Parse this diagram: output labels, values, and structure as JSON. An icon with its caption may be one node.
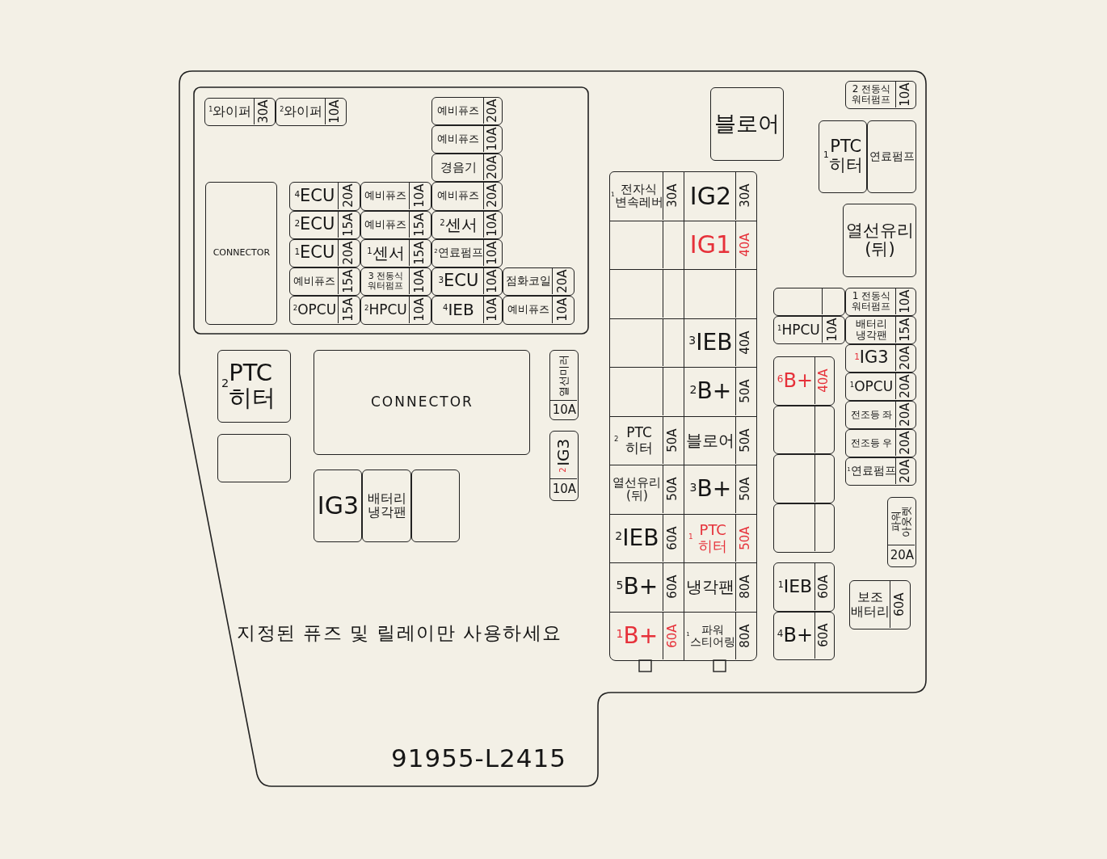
{
  "diagram": {
    "nodes": [
      {
        "text": [
          "$^{1}$와이퍼",
          "30A"
        ]
      },
      {
        "text": [
          "$^{2}$와이퍼",
          "10A"
        ]
      },
      {
        "text": [
          "예비퓨즈",
          "20A"
        ]
      },
      {
        "text": [
          "예비퓨즈",
          "10A"
        ]
      },
      {
        "text": [
          "경음기",
          "20A"
        ]
      },
      {
        "text": [
          "CONNECTOR"
        ]
      },
      {
        "text": [
          "$^{4}$ECU",
          "20A"
        ]
      },
      {
        "text": [
          "예비퓨즈",
          "10A"
        ]
      },
      {
        "text": [
          "예비퓨즈",
          "20A"
        ]
      },
      {
        "text": [
          "$^{2}$ECU",
          "15A"
        ]
      },
      {
        "text": [
          "예비퓨즈",
          "15A"
        ]
      },
      {
        "text": [
          "$^{2}$센서",
          "10A"
        ]
      },
      {
        "text": [
          "$^{1}$ECU",
          "20A"
        ]
      },
      {
        "text": [
          "$^{1}$센서",
          "15A"
        ]
      },
      {
        "text": [
          "$^{2}$연료펌프",
          "10A"
        ]
      },
      {
        "text": [
          "예비퓨즈",
          "15A"
        ]
      },
      {
        "text": [
          "3 전동식 워터펌프",
          "10A"
        ]
      },
      {
        "text": [
          "$^{3}$ECU",
          "10A"
        ]
      },
      {
        "text": [
          "점화코일",
          "20A"
        ]
      },
      {
        "text": [
          "$^{2}$OPCU",
          "15A"
        ]
      },
      {
        "text": [
          "$^{2}$HPCU",
          "10A"
        ]
      },
      {
        "text": [
          "$^{4}$IEB",
          "10A"
        ]
      },
      {
        "text": [
          "예비퓨즈",
          "10A"
        ]
      },
      {
        "text": [
          "$^{2}$PTC 히터"
        ]
      },
      {
        "text": [],
        "shape": "box"
      },
      {
        "text": [
          "CONNECTOR"
        ]
      },
      {
        "text": [
          "IG3"
        ]
      },
      {
        "text": [
          "배터리 냉각팬"
        ]
      },
      {
        "text": [],
        "shape": "box"
      },
      {
        "text": [
          "열선미러",
          "10A"
        ]
      },
      {
        "text": [
          "$^{2}$IG3",
          "10A"
        ]
      },
      {
        "text": [
          "블로어"
        ]
      },
      {
        "text": [
          "$^{1}$전자식 변속레버",
          "30A"
        ]
      },
      {
        "text": [
          "IG2",
          "30A"
        ]
      },
      {
        "text": [],
        "shape": "box"
      },
      {
        "text": [
          "IG1",
          "40A"
        ]
      },
      {
        "text": [],
        "shape": "box"
      },
      {
        "text": [],
        "shape": "box"
      },
      {
        "text": [],
        "shape": "box"
      },
      {
        "text": [
          "$^{3}$IEB",
          "40A"
        ]
      },
      {
        "text": [],
        "shape": "box"
      },
      {
        "text": [
          "$^{2}$B+",
          "50A"
        ]
      },
      {
        "text": [
          "$^{2}$PTC 히터",
          "50A"
        ]
      },
      {
        "text": [
          "블로어",
          "50A"
        ]
      },
      {
        "text": [
          "열선유리 (뒤)",
          "50A"
        ]
      },
      {
        "text": [
          "$^{3}$B+",
          "50A"
        ]
      },
      {
        "text": [
          "$^{2}$IEB",
          "60A"
        ]
      },
      {
        "text": [
          "$^{1}$PTC 히터",
          "50A"
        ]
      },
      {
        "text": [
          "$^{5}$B+",
          "60A"
        ]
      },
      {
        "text": [
          "냉각팬",
          "80A"
        ]
      },
      {
        "text": [
          "$^{1}$B+",
          "60A"
        ]
      },
      {
        "text": [
          "$^{1}$ 파워 스티어링",
          "80A"
        ]
      },
      {
        "text": [
          "2 전동식 워터펌프",
          "10A"
        ]
      },
      {
        "text": [
          "$^{1}$PTC 히터"
        ]
      },
      {
        "text": [
          "연료펌프"
        ]
      },
      {
        "text": [
          "열선유리 (뒤)"
        ]
      },
      {
        "text": [],
        "shape": "box"
      },
      {
        "text": [
          "1 전동식 워터펌프",
          "10A"
        ]
      },
      {
        "text": [
          "$^{1}$HPCU",
          "10A"
        ]
      },
      {
        "text": [
          "배터리 냉각팬",
          "15A"
        ]
      },
      {
        "text": [
          "$^{1}$IG3",
          "20A"
        ]
      },
      {
        "text": [
          "$^{6}$B+",
          "40A"
        ]
      },
      {
        "text": [
          "$^{1}$OPCU",
          "20A"
        ]
      },
      {
        "text": [
          "전조등 좌",
          "20A"
        ]
      },
      {
        "text": [],
        "shape": "box"
      },
      {
        "text": [
          "전조등 우",
          "20A"
        ]
      },
      {
        "text": [
          "$^{1}$연료펌프",
          "20A"
        ]
      },
      {
        "text": [],
        "shape": "box"
      },
      {
        "text": [],
        "shape": "box"
      },
      {
        "text": [
          "파워 아웃렛",
          "20A"
        ]
      },
      {
        "text": [
          "$^{1}$IEB",
          "60A"
        ]
      },
      {
        "text": [
          "보조 배터리",
          "60A"
        ]
      },
      {
        "text": [
          "$^{4}$B+",
          "60A"
        ]
      }
    ],
    "labels": [
      "지정된 퓨즈 및 릴레이만 사용하세요",
      "91955-L2415"
    ]
  }
}
